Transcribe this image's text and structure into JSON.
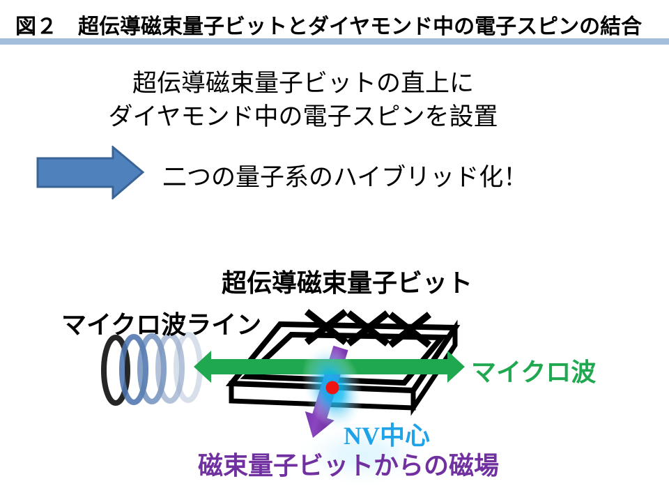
{
  "header": {
    "title": "図２　超伝導磁束量子ビットとダイヤモンド中の電子スピンの結合",
    "accent_bar_color": "#a3bddd"
  },
  "intro": {
    "line1": "超伝導磁束量子ビットの直上に",
    "line2": "ダイヤモンド中の電子スピンを設置",
    "conclusion": "二つの量子系のハイブリッド化！",
    "arrow_color": "#4f81bd"
  },
  "diagram": {
    "qubit_label": "超伝導磁束量子ビット",
    "microwave_line_label": "マイクロ波ライン",
    "microwave_label": "マイクロ波",
    "nv_center_prefix": "NV",
    "nv_center_suffix": "中心",
    "field_label": "磁束量子ビットからの磁場",
    "colors": {
      "microwave_green": "#1fa850",
      "nv_cyan": "#1ea2e8",
      "glow_cyan": "#00b6f6",
      "nv_dot_red": "#ee1414",
      "field_purple": "#7030a0",
      "coil_blue": "#4d74ad",
      "qubit_outline": "#000000"
    }
  }
}
